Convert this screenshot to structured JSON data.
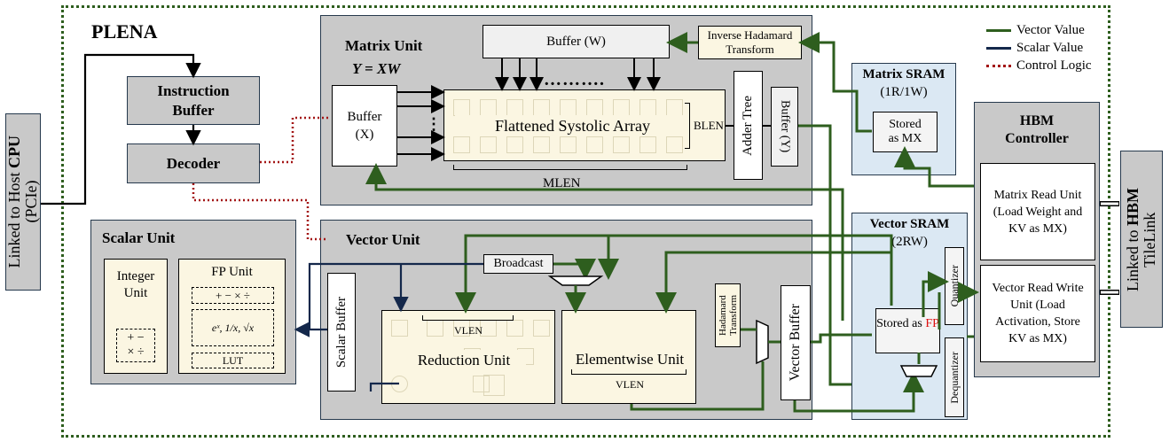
{
  "title": "PLENA",
  "legend": [
    {
      "label": "Vector Value",
      "color": "#2e5e1e"
    },
    {
      "label": "Scalar Value",
      "color": "#14284b"
    },
    {
      "label": "Control Logic",
      "color": "#a31515"
    }
  ],
  "host": {
    "line1": "Linked to Host CPU",
    "line2": "(PCIe)",
    "prefix": "Linked to Host ",
    "cpu": "CPU"
  },
  "instruction_buffer": "Instruction Buffer",
  "decoder": "Decoder",
  "scalar_unit": {
    "title": "Scalar Unit",
    "integer_unit": {
      "title": "Integer Unit",
      "ops": "+ −\n× ÷"
    },
    "fp_unit": {
      "title": "FP Unit",
      "ops": "+ − × ÷",
      "func": "eˣ, 1/x, √x",
      "lut": "LUT"
    }
  },
  "scalar_buffer": "Scalar Buffer",
  "matrix_unit": {
    "title": "Matrix Unit",
    "equation": "Y = XW",
    "buffer_w": "Buffer (W)",
    "buffer_x": "Buffer (X)",
    "buffer_y": "Buffer (Y)",
    "systolic": "Flattened Systolic Array",
    "blen": "BLEN",
    "mlen": "MLEN",
    "adder_tree": "Adder Tree",
    "dots": "……….",
    "vdots": "⋮"
  },
  "inverse_hadamard": "Inverse Hadamard Transform",
  "vector_unit": {
    "title": "Vector Unit",
    "broadcast": "Broadcast",
    "reduction": "Reduction Unit",
    "elementwise": "Elementwise Unit",
    "vlen": "VLEN",
    "hadamard": "Hadamard Transform",
    "vector_buffer": "Vector Buffer"
  },
  "matrix_sram": {
    "title": "Matrix SRAM",
    "sub": "(1R/1W)",
    "stored": "Stored as MX"
  },
  "vector_sram": {
    "title": "Vector SRAM",
    "sub": "(2RW)",
    "stored_prefix": "Stored as ",
    "stored_fp": "FP",
    "quantizer": "Quantizer",
    "dequantizer": "Dequantizer"
  },
  "hbm": {
    "title": "HBM Controller",
    "matrix_read": "Matrix Read Unit (Load Weight and KV as MX)",
    "vector_rw": "Vector Read Write Unit (Load Activation, Store KV as MX)"
  },
  "tilelink": {
    "prefix": "Linked to ",
    "hbm": "HBM",
    "line2": "TileLink"
  }
}
